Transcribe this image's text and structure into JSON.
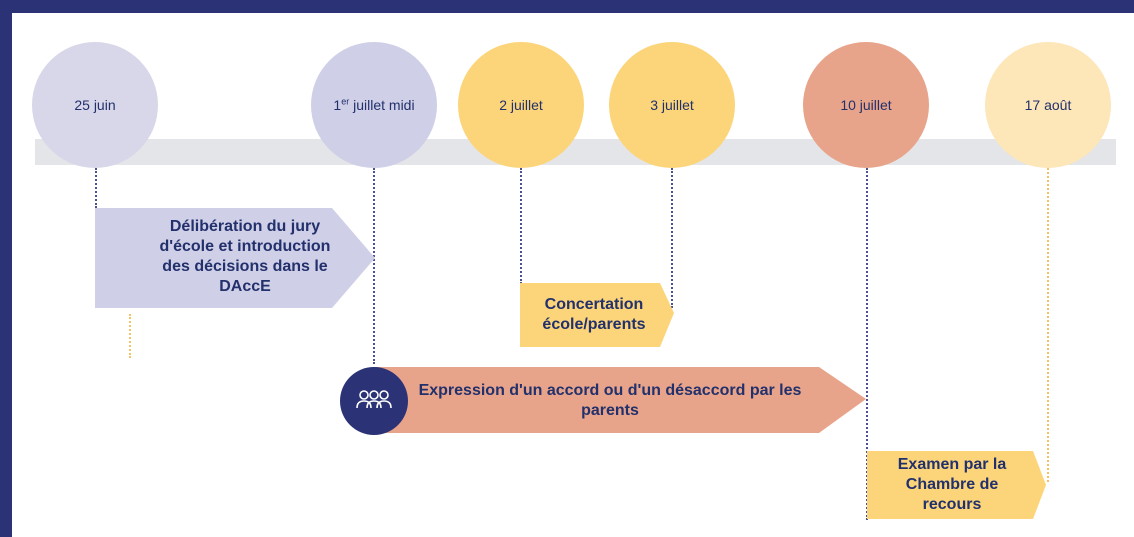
{
  "timeline": {
    "dates": [
      {
        "label": "25 juin"
      },
      {
        "label_main": "1",
        "label_sup": "er",
        "label_rest": " juillet midi"
      },
      {
        "label": "2 juillet"
      },
      {
        "label": "3 juillet"
      },
      {
        "label": "10 juillet"
      },
      {
        "label": "17 août"
      }
    ]
  },
  "steps": {
    "deliberation": "Délibération du jury d'école et introduction des décisions dans le DAccE",
    "concertation": "Concertation école/parents",
    "expression": "Expression d'un accord ou d'un désaccord par les parents",
    "examen": "Examen par la Chambre de recours"
  },
  "colors": {
    "frame": "#2b3275",
    "lavender": "#cfcfe7",
    "yellow": "#fcd57a",
    "salmon": "#e8a48a",
    "cream": "#fde6b8",
    "text": "#22306b"
  },
  "icons": {
    "expression_badge": "group-people-icon"
  }
}
